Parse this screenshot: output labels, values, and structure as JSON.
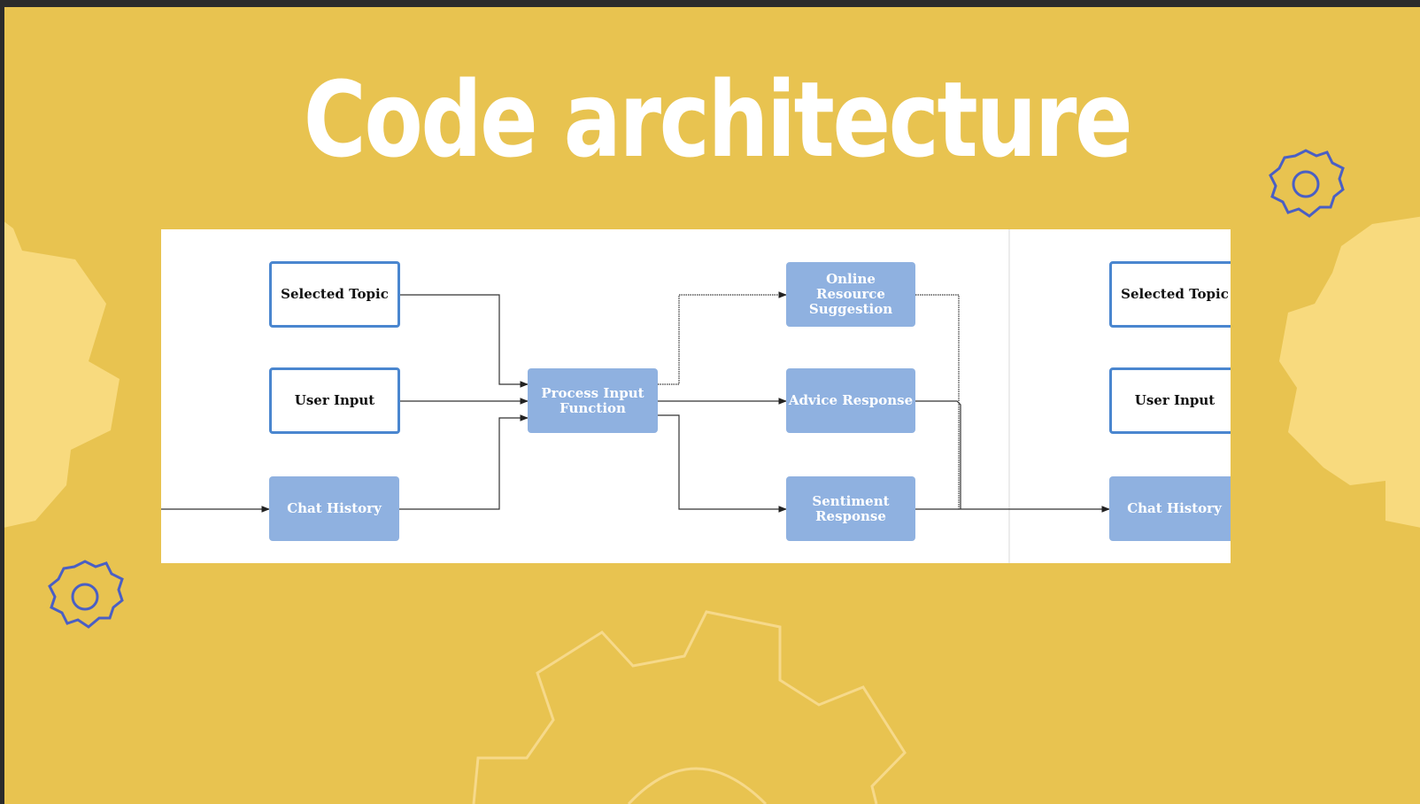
{
  "slide": {
    "title": "Code architecture",
    "background_color": "#e8c350",
    "accent_color": "#4a5fc4"
  },
  "diagram": {
    "inputs": {
      "selected_topic": "Selected Topic",
      "user_input": "User Input",
      "chat_history": "Chat History"
    },
    "process": "Process Input Function",
    "outputs": {
      "online_resource": "Online Resource Suggestion",
      "advice_response": "Advice Response",
      "sentiment_response": "Sentiment Response"
    },
    "next_cycle": {
      "selected_topic": "Selected Topic",
      "user_input": "User Input",
      "chat_history": "Chat History"
    },
    "colors": {
      "outline_border": "#4a86cf",
      "filled_node": "#8fb1e0",
      "connector": "#222222"
    }
  },
  "decorations": {
    "icons": [
      "gear-icon",
      "gear-icon",
      "gear-icon",
      "gear-icon",
      "gear-icon",
      "gear-icon"
    ]
  }
}
